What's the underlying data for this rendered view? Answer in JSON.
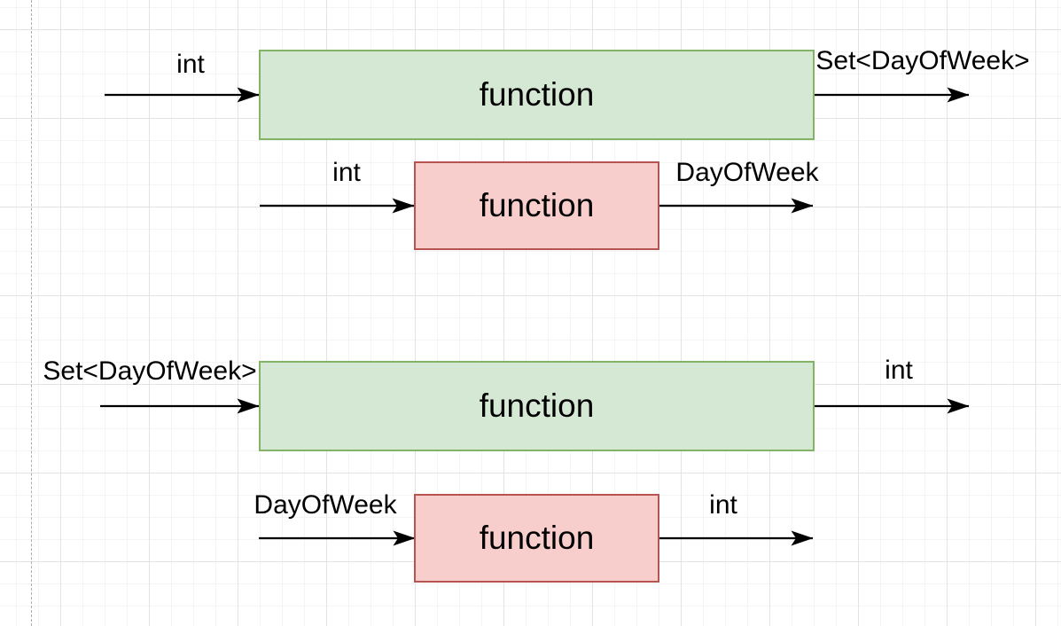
{
  "diagram": {
    "rows": [
      {
        "box_label": "function",
        "box_color": "green",
        "input_label": "int",
        "output_label": "Set<DayOfWeek>"
      },
      {
        "box_label": "function",
        "box_color": "red",
        "input_label": "int",
        "output_label": "DayOfWeek"
      },
      {
        "box_label": "function",
        "box_color": "green",
        "input_label": "Set<DayOfWeek>",
        "output_label": "int"
      },
      {
        "box_label": "function",
        "box_color": "red",
        "input_label": "DayOfWeek",
        "output_label": "int"
      }
    ],
    "colors": {
      "green_fill": "#d5e8d4",
      "green_stroke": "#82b366",
      "red_fill": "#f8cecc",
      "red_stroke": "#b85450",
      "arrow": "#000000",
      "grid_major": "#e3e3e3",
      "grid_minor": "#f4f4f4",
      "page_divider": "#adadad"
    }
  }
}
